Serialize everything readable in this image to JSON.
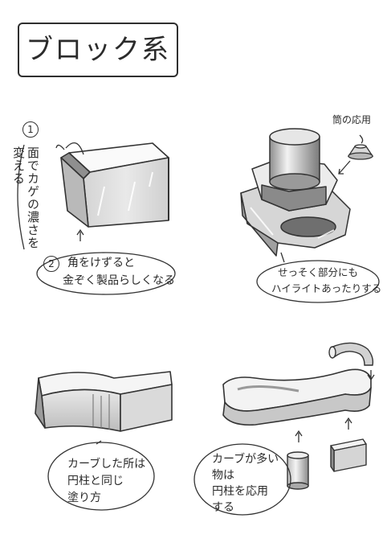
{
  "title": "ブロック系",
  "panel1": {
    "step1_number": "1",
    "step1_note": "面でカゲの濃さを変える",
    "step2_number": "2",
    "step2_line1": "角をけずると",
    "step2_line2": "金ぞく製品らしくなる"
  },
  "panel2": {
    "tube_label": "筒の応用",
    "note_line1": "せっそく部分にも",
    "note_line2": "ハイライトあったりする"
  },
  "panel3": {
    "note_line1": "カーブした所は",
    "note_line2": "円柱と同じ",
    "note_line3": "塗り方"
  },
  "panel4": {
    "note_line1": "カーブが多い",
    "note_line2": "物は",
    "note_line3": "円柱を応用",
    "note_line4": "する"
  }
}
